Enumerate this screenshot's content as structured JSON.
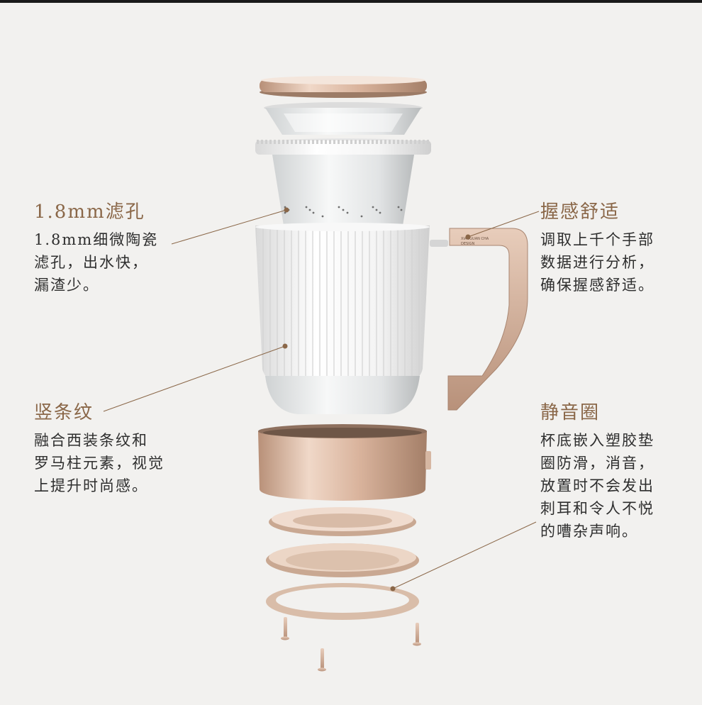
{
  "background_color": "#f2f1ef",
  "accent_color": "#8a6748",
  "text_color": "#2e2e2e",
  "product": {
    "handle_engraving": {
      "line1": "XIAOGUAN CHA",
      "line2": "DESIGN"
    }
  },
  "callouts": {
    "filter": {
      "title": "1.8mm滤孔",
      "body": "1.8mm细微陶瓷\n滤孔，出水快，\n漏渣少。"
    },
    "stripe": {
      "title": "竖条纹",
      "body": "融合西装条纹和\n罗马柱元素，视觉\n上提升时尚感。"
    },
    "grip": {
      "title": "握感舒适",
      "body": "调取上千个手部\n数据进行分析，\n确保握感舒适。"
    },
    "silent": {
      "title": "静音圈",
      "body": "杯底嵌入塑胶垫\n圈防滑，消音，\n放置时不会发出\n刺耳和令人不悦\n的嘈杂声响。"
    }
  }
}
